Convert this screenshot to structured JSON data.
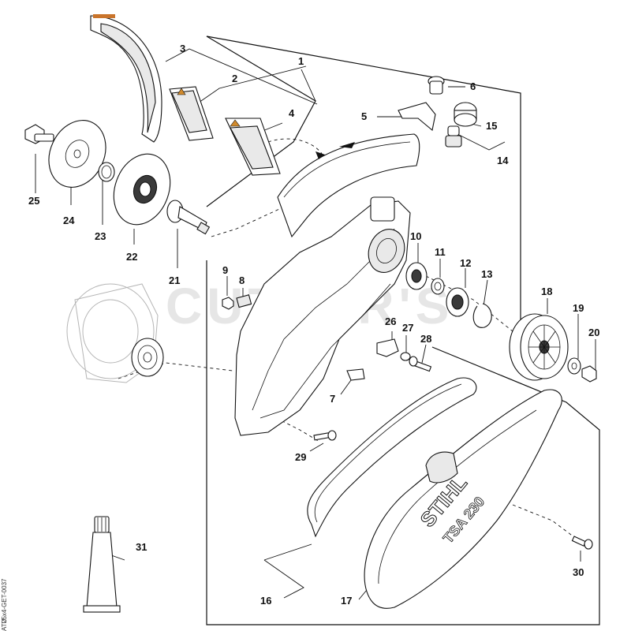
{
  "watermark": "CUTTER'S",
  "drawing_code": "25x4-GET-0037",
  "drawing_code_suffix": "ATU",
  "brand_mark": "STIHL",
  "model_mark": "TSA 230",
  "callouts": {
    "p1": "1",
    "p2": "2",
    "p3": "3",
    "p4": "4",
    "p5": "5",
    "p6": "6",
    "p7": "7",
    "p8": "8",
    "p9": "9",
    "p10": "10",
    "p11": "11",
    "p12": "12",
    "p13": "13",
    "p14": "14",
    "p15": "15",
    "p16": "16",
    "p17": "17",
    "p18": "18",
    "p19": "19",
    "p20": "20",
    "p21": "21",
    "p22": "22",
    "p23": "23",
    "p24": "24",
    "p25": "25",
    "p26": "26",
    "p27": "27",
    "p28": "28",
    "p29": "29",
    "p30": "30",
    "p31": "31"
  }
}
